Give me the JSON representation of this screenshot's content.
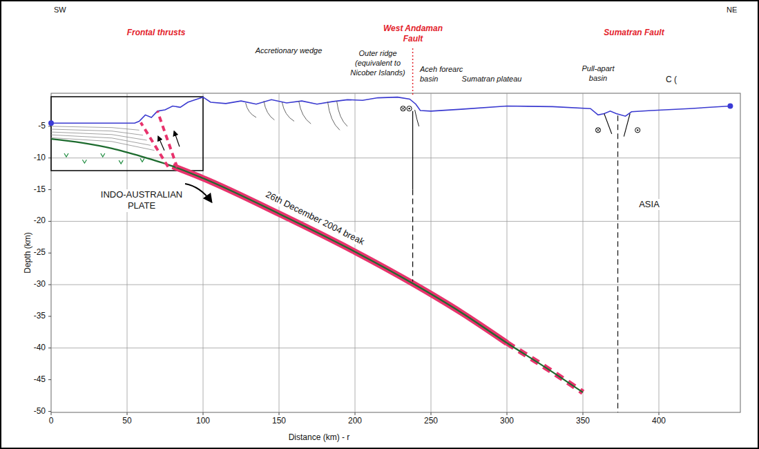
{
  "diagram": {
    "labels": [
      "SW",
      "NE",
      "Frontal thrusts",
      "Accretionary wedge",
      "Outer ridge (equivalent to Nicober Islands)",
      "West Andaman Fault",
      "Aceh forearc basin",
      "Sumatran plateau",
      "Sumatran Fault",
      "Pull-apart basin",
      "C (",
      "26th December 2004 break",
      "INDO-AUSTRALIAN PLATE",
      "ASIA",
      "Depth (km)",
      "Distance (km) - r",
      "-5",
      "-10",
      "-15",
      "-20",
      "-25",
      "-30",
      "-35",
      "-40",
      "-45",
      "-50",
      "0",
      "50",
      "100",
      "150",
      "200",
      "250",
      "300",
      "350",
      "400"
    ]
  }
}
